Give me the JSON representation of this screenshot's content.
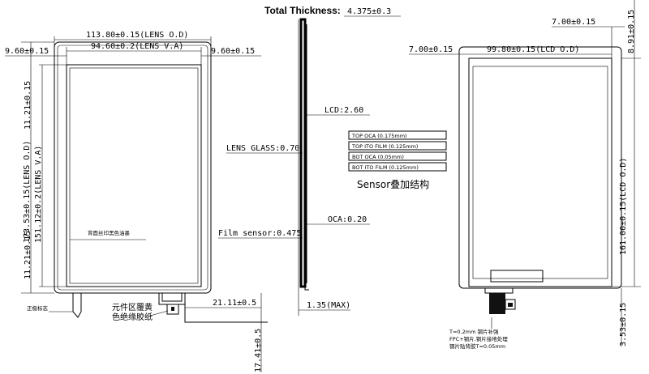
{
  "front_view": {
    "width_outer": "113.80±0.15(LENS O.D)",
    "width_va": "94.60±0.2(LENS V.A)",
    "margin_left": "9.60±0.15",
    "margin_right": "9.60±0.15",
    "top_margin": "11.21±0.15",
    "height_outer": "173.53±0.15(LENS O.D)",
    "height_va": "151.12±0.2(LENS V.A)",
    "bottom_margin": "11.21±0.15",
    "fpc_length": "21.11±0.5",
    "fpc_total": "17.41±0.5",
    "note_ink": "背面丝印黑色油墨",
    "note_tape_1": "元件区覆黄",
    "note_tape_2": "色绝缘胶纸",
    "note_positive": "正极标志"
  },
  "side_view": {
    "total_thickness_label": "Total Thickness:",
    "total_thickness_value": "4.375±0.3",
    "lcd": "LCD:2.60",
    "lens_glass": "LENS GLASS:0.70",
    "oca": "OCA:0.20",
    "film_sensor": "Film sensor:0.475",
    "max": "1.35(MAX)"
  },
  "sensor_stack": {
    "title": "Sensor叠加结构",
    "layers": [
      "TOP OCA (0.175mm)",
      "TOP ITO FILM (0.125mm)",
      "BOT OCA (0.05mm)",
      "BOT ITO FILM (0.125mm)"
    ]
  },
  "back_view": {
    "margin_left": "7.00±0.15",
    "lcd_width": "99.80±0.15(LCD O.D)",
    "margin_right": "7.00±0.15",
    "top_margin": "8.91±0.15",
    "lcd_height": "161.00±0.15(LCD O.D)",
    "bottom_margin": "3.53±0.15",
    "note_1": "T=0.2mm 钢片补强",
    "note_2": "FPC+钢片,钢片接地处理",
    "note_3": "钢片贴背胶T=0.05mm"
  }
}
